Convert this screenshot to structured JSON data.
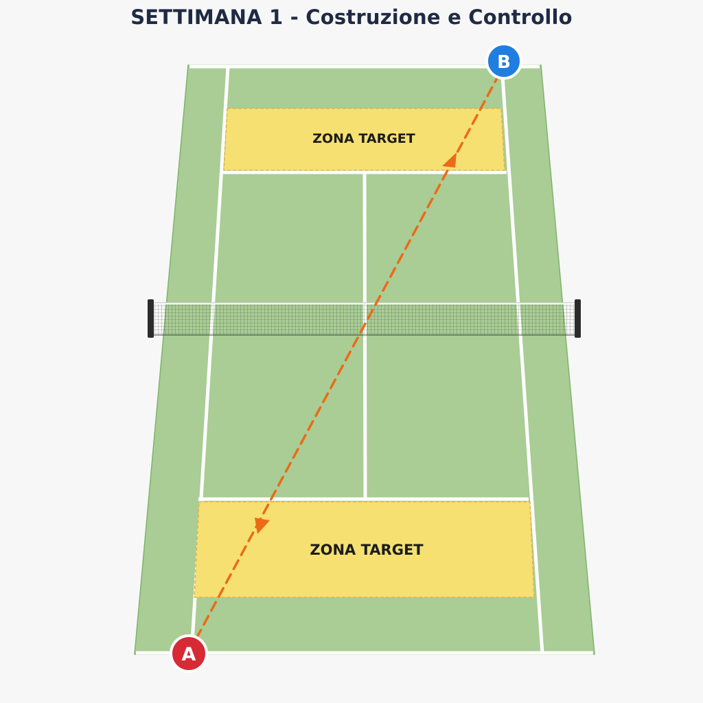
{
  "title": "SETTIMANA 1 - Costruzione e Controllo",
  "zones": {
    "far": {
      "label": "ZONA TARGET"
    },
    "near": {
      "label": "ZONA TARGET"
    }
  },
  "markers": {
    "a": {
      "label": "A",
      "color": "#d62a35"
    },
    "b": {
      "label": "B",
      "color": "#1f7ee0"
    }
  },
  "colors": {
    "court": "#a9cd95",
    "lines": "#ffffff",
    "target": "#f6e071",
    "path": "#ec6a17",
    "net": "#2b2b2b"
  }
}
